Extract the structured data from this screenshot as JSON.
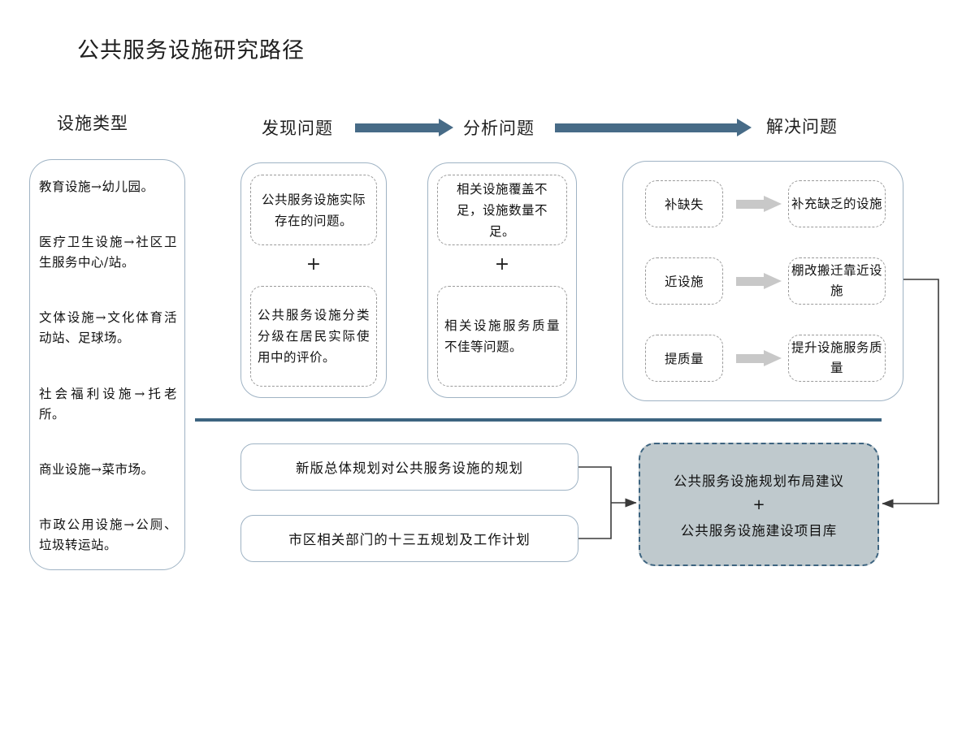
{
  "title": "公共服务设施研究路径",
  "headers": {
    "facility_type": "设施类型",
    "find_problem": "发现问题",
    "analyze_problem": "分析问题",
    "solve_problem": "解决问题"
  },
  "colors": {
    "accent_blue": "#476b87",
    "divider_blue": "#3d6480",
    "panel_border": "#9fb3c4",
    "dashed_gray": "#9a9a9a",
    "gray_arrow": "#c8c8c8",
    "result_fill": "#bfc9cd"
  },
  "facility_types": [
    {
      "label": "教育设施→幼儿园。"
    },
    {
      "label": "医疗卫生设施→社区卫生服务中心/站。"
    },
    {
      "label": "文体设施→文化体育活动站、足球场。"
    },
    {
      "label": "社会福利设施→托老所。"
    },
    {
      "label": "商业设施→菜市场。"
    },
    {
      "label": "市政公用设施→公厕、垃圾转运站。"
    }
  ],
  "find_column": {
    "box_1": "公共服务设施实际存在的问题。",
    "connector": "+",
    "box_2": "公共服务设施分类分级在居民实际使用中的评价。"
  },
  "analyze_column": {
    "box_1": "相关设施覆盖不足，设施数量不足。",
    "connector": "+",
    "box_2": "相关设施服务质量不佳等问题。"
  },
  "solve_column": {
    "pairs": [
      {
        "cause": "补缺失",
        "action": "补充缺乏的设施"
      },
      {
        "cause": "近设施",
        "action": "棚改搬迁靠近设施"
      },
      {
        "cause": "提质量",
        "action": "提升设施服务质量"
      }
    ]
  },
  "plan_inputs": [
    {
      "label": "新版总体规划对公共服务设施的规划"
    },
    {
      "label": "市区相关部门的十三五规划及工作计划"
    }
  ],
  "result": {
    "line_1": "公共服务设施规划布局建议",
    "plus": "+",
    "line_2": "公共服务设施建设项目库"
  }
}
